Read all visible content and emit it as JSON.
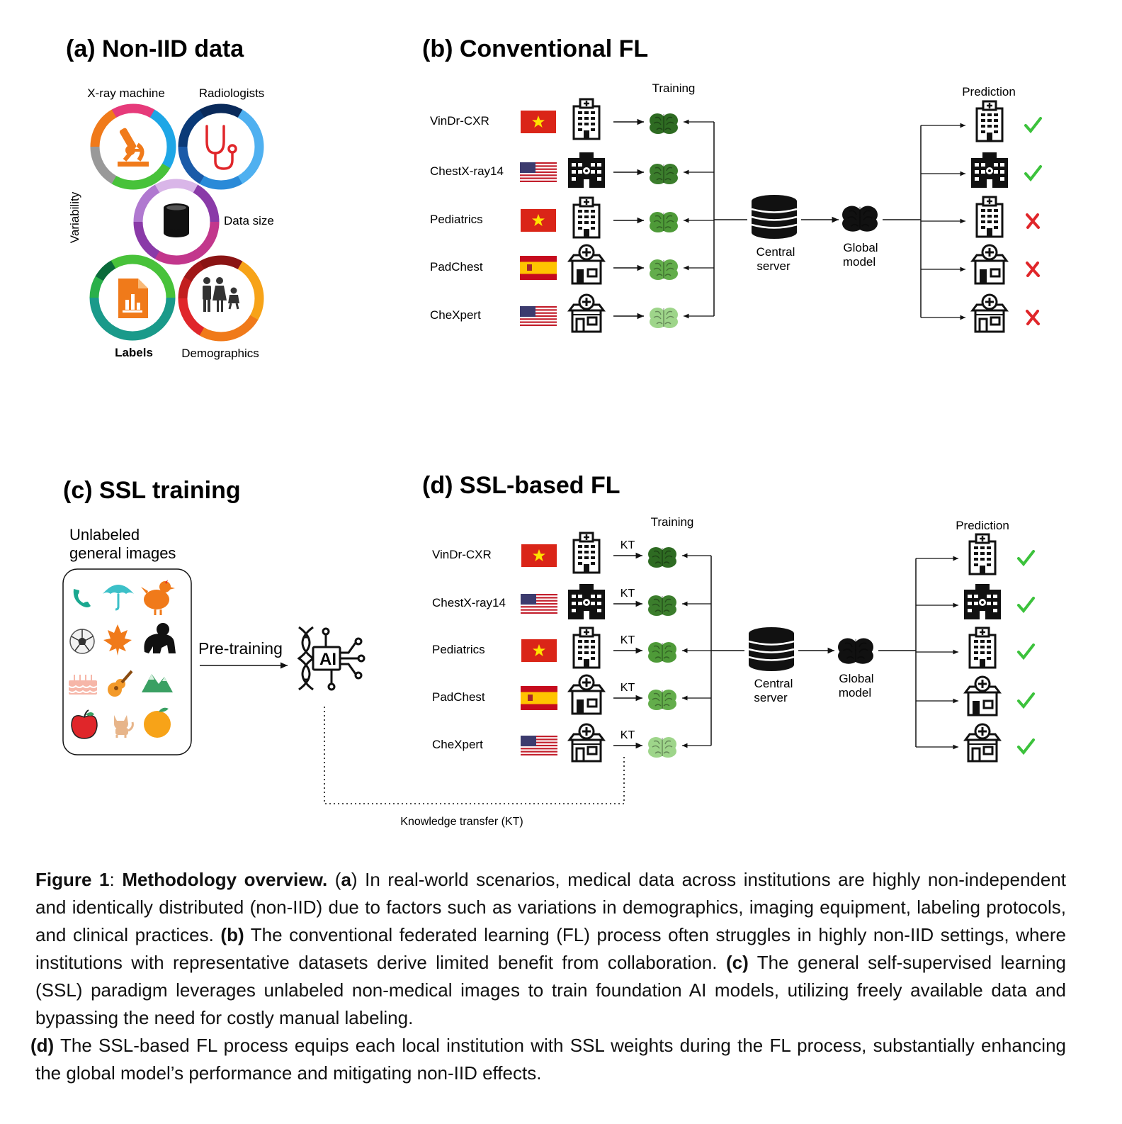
{
  "panels": {
    "a": {
      "title": "(a) Non-IID data",
      "labels": {
        "xray": "X-ray machine",
        "radiologists": "Radiologists",
        "datasize": "Data size",
        "labels": "Labels",
        "demographics": "Demographics",
        "variability": "Variability"
      }
    },
    "b": {
      "title": "(b) Conventional FL",
      "training": "Training",
      "prediction": "Prediction",
      "server": [
        "Central",
        "server"
      ],
      "global": [
        "Global",
        "model"
      ],
      "sites": [
        {
          "name": "VinDr-CXR",
          "flag": "vn",
          "hospital": "tall",
          "brain": "#2e6b22",
          "result": "check"
        },
        {
          "name": "ChestX-ray14",
          "flag": "us",
          "hospital": "wide",
          "brain": "#3b7d2c",
          "result": "check"
        },
        {
          "name": "Pediatrics",
          "flag": "vn",
          "hospital": "tall",
          "brain": "#4e9a38",
          "result": "cross"
        },
        {
          "name": "PadChest",
          "flag": "es",
          "hospital": "clinic",
          "brain": "#63ad4b",
          "result": "cross"
        },
        {
          "name": "CheXpert",
          "flag": "us",
          "hospital": "clinic2",
          "brain": "#9ed58a",
          "result": "cross"
        }
      ]
    },
    "c": {
      "title": "(c) SSL training",
      "unlabeled": [
        "Unlabeled",
        "general images"
      ],
      "pretraining": "Pre-training",
      "ai": "AI"
    },
    "d": {
      "title": "(d) SSL-based FL",
      "training": "Training",
      "prediction": "Prediction",
      "server": [
        "Central",
        "server"
      ],
      "global": [
        "Global",
        "model"
      ],
      "kt": "KT",
      "knowledge_transfer": "Knowledge transfer (KT)",
      "sites": [
        {
          "name": "VinDr-CXR",
          "flag": "vn",
          "hospital": "tall",
          "brain": "#2e6b22",
          "result": "check"
        },
        {
          "name": "ChestX-ray14",
          "flag": "us",
          "hospital": "wide",
          "brain": "#3b7d2c",
          "result": "check"
        },
        {
          "name": "Pediatrics",
          "flag": "vn",
          "hospital": "tall",
          "brain": "#4e9a38",
          "result": "check"
        },
        {
          "name": "PadChest",
          "flag": "es",
          "hospital": "clinic",
          "brain": "#63ad4b",
          "result": "check"
        },
        {
          "name": "CheXpert",
          "flag": "us",
          "hospital": "clinic2",
          "brain": "#9ed58a",
          "result": "check"
        }
      ]
    }
  },
  "colors": {
    "check": "#3cc23c",
    "cross": "#e0262a",
    "accent_orange": "#f07a1a"
  },
  "caption": {
    "fig_label": "Figure 1",
    "sep": ": ",
    "heading": "Methodology overview.",
    "a_open": " (",
    "a_letter": "a",
    "a_close": ")",
    "a_text": " In real-world scenarios, medical data across institutions are highly non-independent and identically distributed (non-IID) due to factors such as variations in demographics, imaging equipment, labeling protocols, and clinical practices.",
    "b_label": " (b)",
    "b_text": " The conventional federated learning (FL) process often struggles in highly non-IID settings, where institutions with representative datasets derive limited benefit from collaboration.",
    "c_label": " (c)",
    "c_text": " The general self-supervised learning (SSL) paradigm leverages unlabeled non-medical images to train foundation AI models, utilizing freely available data and bypassing the need for costly manual labeling.",
    "d_label": " (d)",
    "d_text": " The SSL-based FL process equips each local institution with SSL weights during the FL process, substantially enhancing the global model’s performance and mitigating non-IID effects."
  }
}
